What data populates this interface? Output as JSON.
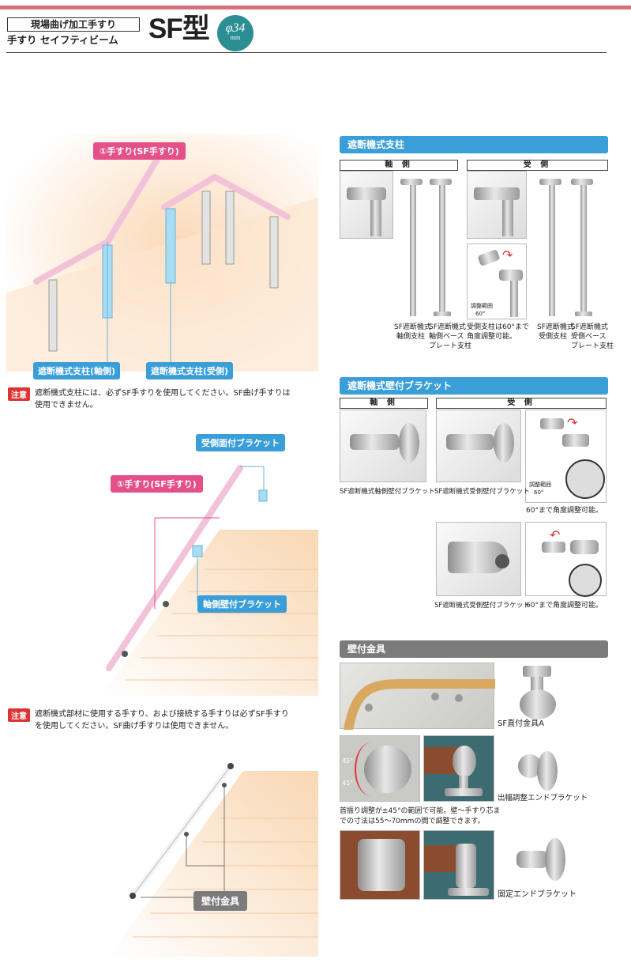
{
  "header": {
    "box_label": "現場曲げ加工手すり",
    "subtitle": "手すり セイフティビーム",
    "model": "SF型",
    "badge_top": "φ34",
    "badge_bottom": "mm"
  },
  "diagram1": {
    "label_handrail": "①手すり(SF手すり)",
    "label_post_axis": "遮断機式支柱(軸側)",
    "label_post_recv": "遮断機式支柱(受側)",
    "note_tag": "注意",
    "note_line1": "遮断機式支柱には、必ずSF手すりを使用してください。SF曲げ手すりは",
    "note_line2": "使用できません。"
  },
  "diagram2": {
    "label_recv_bracket": "受側面付ブラケット",
    "label_handrail": "①手すり(SF手すり)",
    "label_axis_bracket": "軸側壁付ブラケット",
    "note_tag": "注意",
    "note_line1": "遮断機式部材に使用する手すり、および接続する手すりは必ずSF手すり",
    "note_line2": "を使用してください。SF曲げ手すりは使用できません。"
  },
  "diagram3": {
    "label_wall_fitting": "壁付金具"
  },
  "section_posts": {
    "title": "遮断機式支柱",
    "axis_side": "軸 側",
    "recv_side": "受 側",
    "cap1_line1": "SF遮断機式",
    "cap1_line2": "軸側支柱",
    "cap2_line1": "SF遮断機式",
    "cap2_line2": "軸側ベース",
    "cap2_line3": "プレート支柱",
    "cap3_line1": "受側支柱は60°まで",
    "cap3_line2": "角度調整可能。",
    "cap4_line1": "SF遮断機式",
    "cap4_line2": "受側支柱",
    "cap5_line1": "SF遮断機式",
    "cap5_line2": "受側ベース",
    "cap5_line3": "プレート支柱",
    "range_label": "調整範囲",
    "range_value": "60°"
  },
  "section_brackets": {
    "title": "遮断機式壁付ブラケット",
    "axis_side": "軸 側",
    "recv_side": "受 側",
    "cap_axis": "SF遮断機式軸側壁付ブラケット",
    "cap_recv1": "SF遮断機式受側壁付ブラケット",
    "cap_recv2": "SF遮断機式受側壁付ブラケット",
    "cap_angle1": "60°まで角度調整可能。",
    "cap_angle2": "60°まで角度調整可能。",
    "range_label": "調整範囲",
    "range_value": "60°"
  },
  "section_wall": {
    "title": "壁付金具",
    "cap_a": "SF直付金具A",
    "cap_end_adj": "出幅調整エンドブラケット",
    "angle_top": "45°",
    "angle_bottom": "45°",
    "note_line1": "首振り調整が±45°の範囲で可能。壁～手すり芯ま",
    "note_line2": "での寸法は55～70mmの間で調整できます。",
    "cap_fixed_end": "固定エンドブラケット"
  },
  "colors": {
    "pink": "#e4508a",
    "blue": "#3a9ed9",
    "gray": "#7b7b7b",
    "teal": "#2a8e93",
    "top_bar": "#d9707d"
  }
}
